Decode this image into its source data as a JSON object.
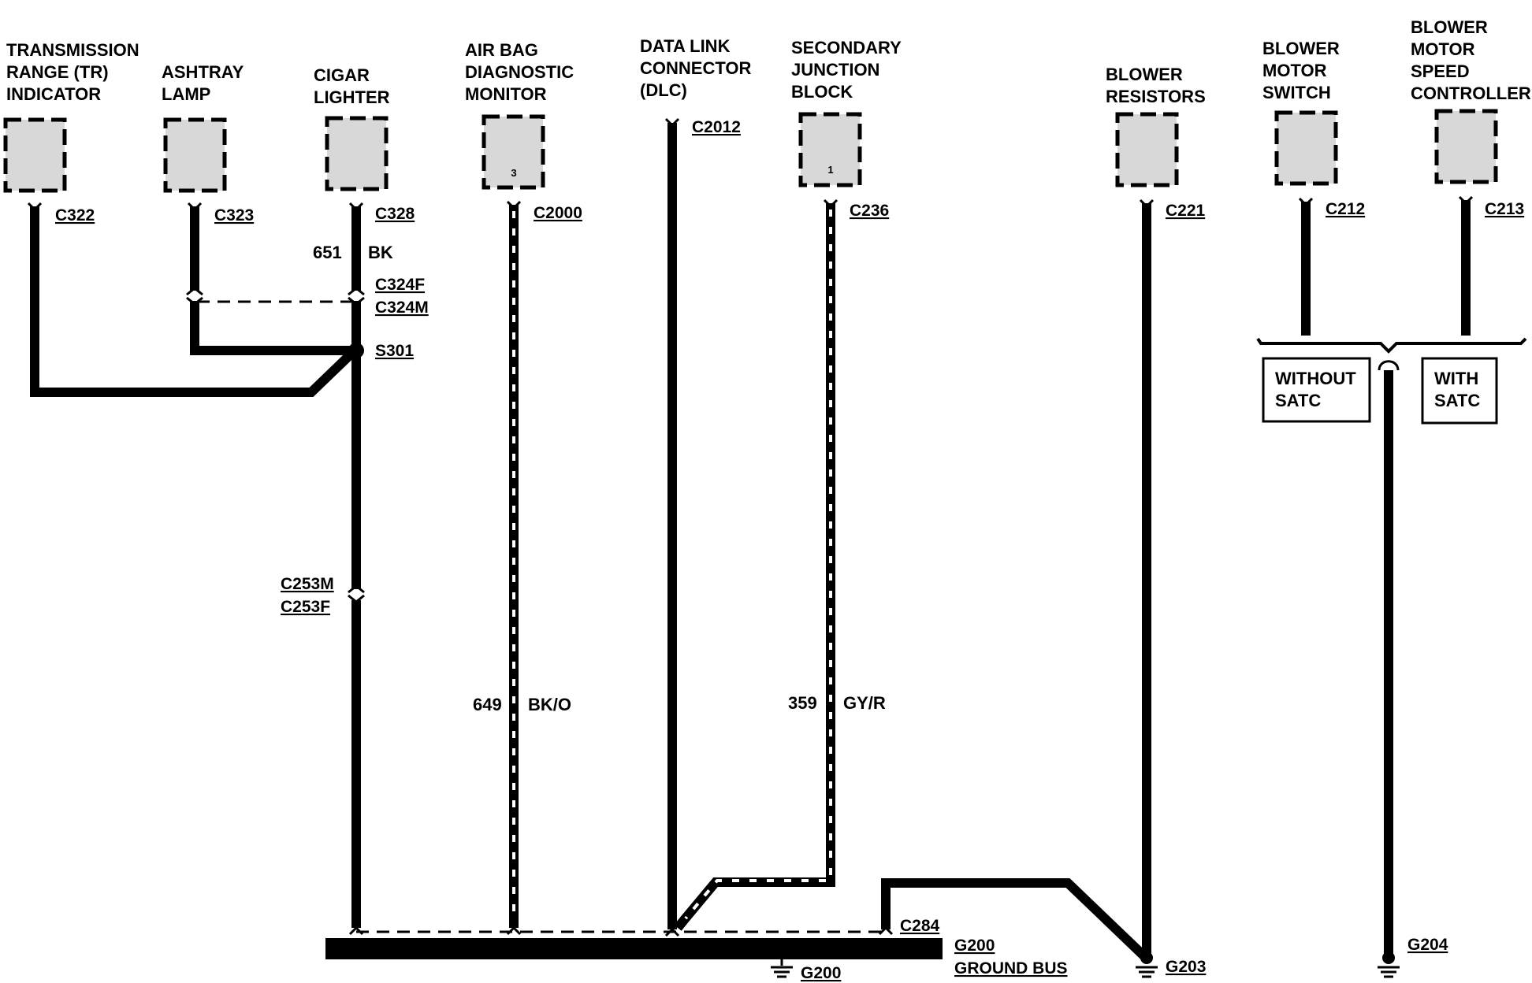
{
  "components": {
    "tr_indicator": [
      "TRANSMISSION",
      "RANGE (TR)",
      "INDICATOR"
    ],
    "ashtray_lamp": [
      "ASHTRAY",
      "LAMP"
    ],
    "cigar_lighter": [
      "CIGAR",
      "LIGHTER"
    ],
    "air_bag_monitor": [
      "AIR BAG",
      "DIAGNOSTIC",
      "MONITOR"
    ],
    "data_link_connector": [
      "DATA LINK",
      "CONNECTOR",
      "(DLC)"
    ],
    "secondary_junction_block": [
      "SECONDARY",
      "JUNCTION",
      "BLOCK"
    ],
    "blower_resistors": [
      "BLOWER",
      "RESISTORS"
    ],
    "blower_motor_switch": [
      "BLOWER",
      "MOTOR",
      "SWITCH"
    ],
    "blower_motor_speed_controller": [
      "BLOWER",
      "MOTOR",
      "SPEED",
      "CONTROLLER"
    ]
  },
  "pins": {
    "air_bag": "3",
    "secondary_junction": "1"
  },
  "connectors": {
    "c322": "C322",
    "c323": "C323",
    "c328": "C328",
    "c2000": "C2000",
    "c2012": "C2012",
    "c236": "C236",
    "c221": "C221",
    "c212": "C212",
    "c213": "C213",
    "c324f": "C324F",
    "c324m": "C324M",
    "s301": "S301",
    "c253m": "C253M",
    "c253f": "C253F",
    "c284": "C284"
  },
  "wires": {
    "cigar": {
      "circuit": "651",
      "color": "BK"
    },
    "air_bag": {
      "circuit": "649",
      "color": "BK/O"
    },
    "junction": {
      "circuit": "359",
      "color": "GY/R"
    }
  },
  "options": {
    "without_satc": [
      "WITHOUT",
      "SATC"
    ],
    "with_satc": [
      "WITH",
      "SATC"
    ]
  },
  "grounds": {
    "g200": "G200",
    "g200_bus": [
      "G200",
      "GROUND BUS"
    ],
    "g203": "G203",
    "g204": "G204"
  }
}
